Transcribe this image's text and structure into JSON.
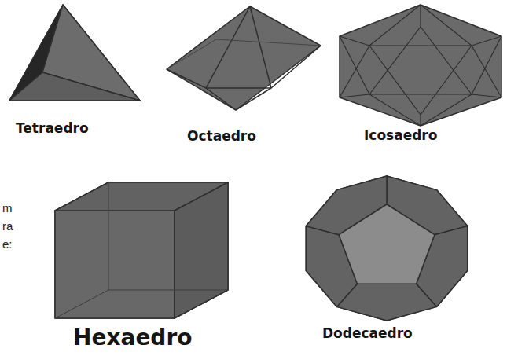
{
  "diagram": {
    "labels": [
      "Tetraedro",
      "Octaedro",
      "Icosaedro",
      "Hexaedro",
      "Dodecaedro",
      "m",
      "ra",
      "e:"
    ]
  }
}
